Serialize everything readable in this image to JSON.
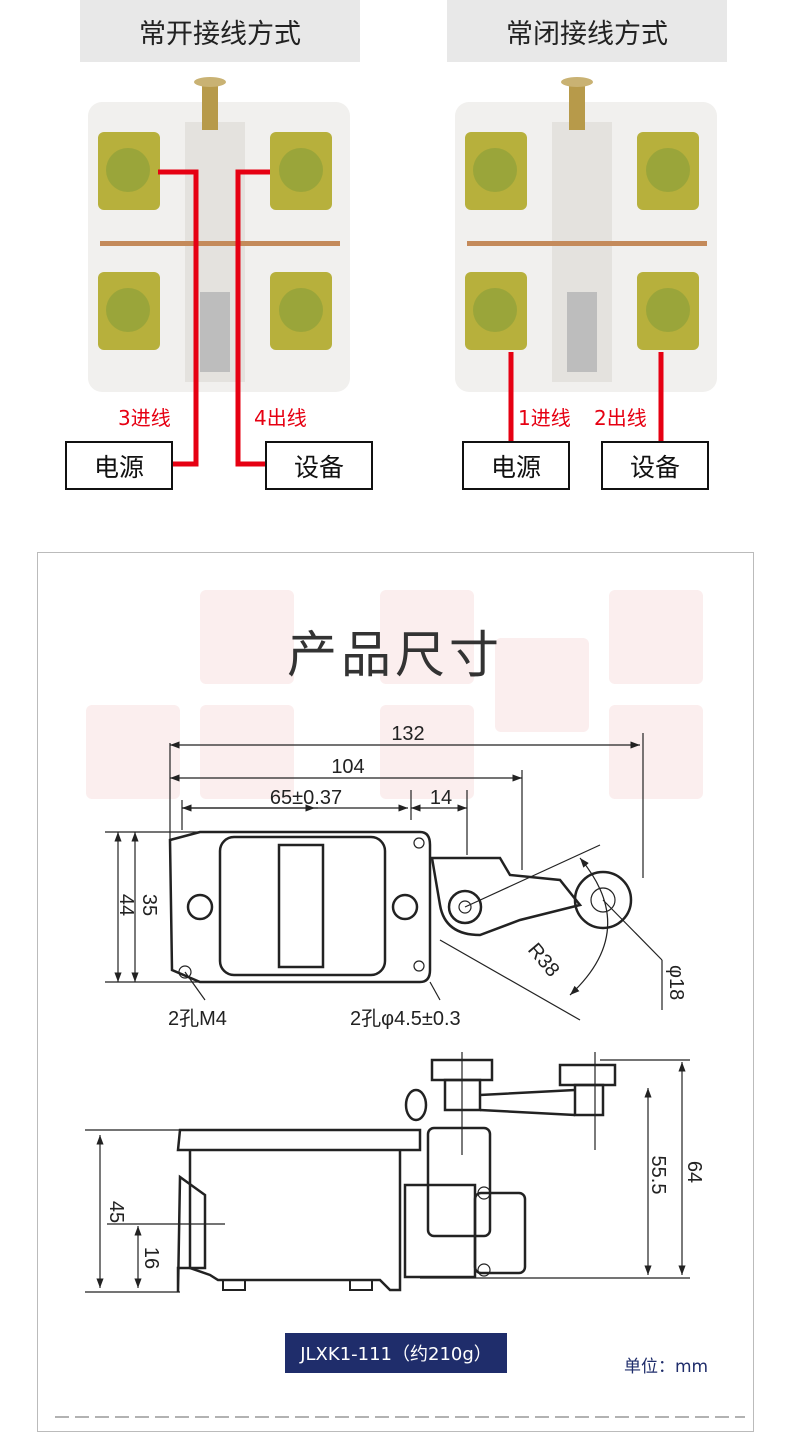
{
  "wiring": {
    "normally_open": {
      "title": "常开接线方式",
      "in_label": "3进线",
      "out_label": "4出线",
      "source": "电源",
      "device": "设备"
    },
    "normally_closed": {
      "title": "常闭接线方式",
      "in_label": "1进线",
      "out_label": "2出线",
      "source": "电源",
      "device": "设备"
    },
    "wire_color": "#e60012"
  },
  "dimensions": {
    "title": "产品尺寸",
    "top_view": {
      "d132": "132",
      "d104": "104",
      "d65": "65±0.37",
      "d14": "14",
      "d44": "44",
      "d35": "35",
      "r38": "R38",
      "phi18": "φ18",
      "holes_m4": "2孔M4",
      "holes_phi": "2孔φ4.5±0.3"
    },
    "side_view": {
      "d45": "45",
      "d16": "16",
      "d55": "55.5",
      "d64": "64"
    },
    "model": "JLXK1-111（约210g）",
    "unit": "单位：mm",
    "model_bg": "#1f2d6b"
  }
}
